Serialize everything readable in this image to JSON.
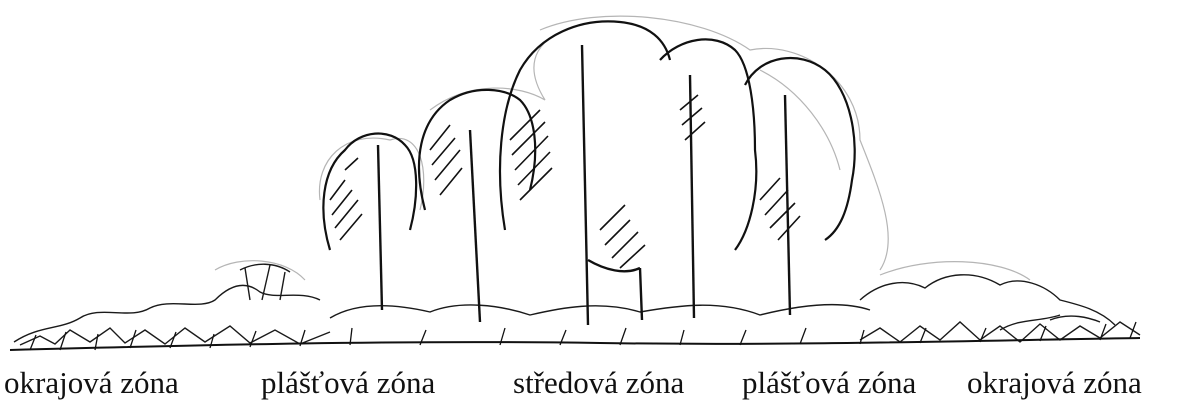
{
  "zone_labels": [
    "okrajová zóna",
    "plášťová zóna",
    "středová zóna",
    "plášťová zóna",
    "okrajová zóna"
  ],
  "colors": {
    "ink": "#111111",
    "pencil": "#9a9a9a",
    "background": "#ffffff"
  }
}
